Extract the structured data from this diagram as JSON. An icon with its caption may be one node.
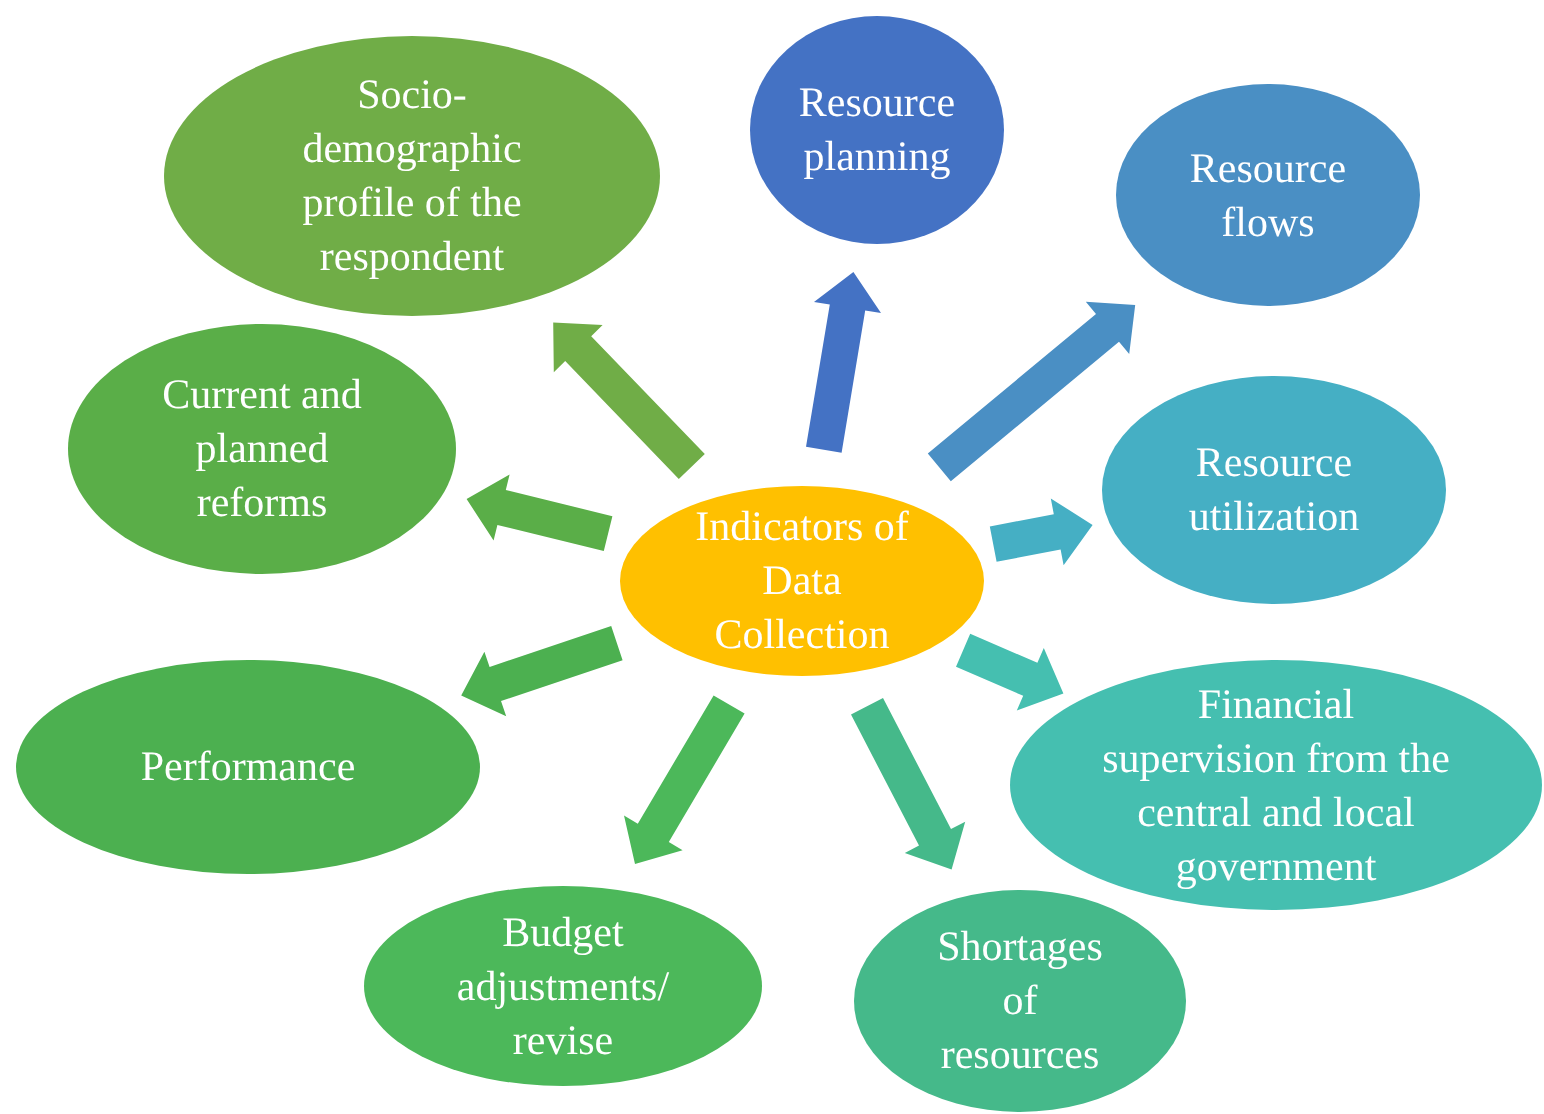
{
  "diagram": {
    "nodes": [
      {
        "text": [
          "Indicators of Data Collection"
        ]
      },
      {
        "text": [
          "Socio-demographic profile of the respondent"
        ]
      },
      {
        "text": [
          "Resource planning"
        ]
      },
      {
        "text": [
          "Resource flows"
        ]
      },
      {
        "text": [
          "Resource utilization"
        ]
      },
      {
        "text": [
          "Financial supervision from the central and local government"
        ]
      },
      {
        "text": [
          "Shortages of resources"
        ]
      },
      {
        "text": [
          "Budget adjustments/ revise"
        ]
      },
      {
        "text": [
          "Performance"
        ]
      },
      {
        "text": [
          "Current and planned reforms"
        ]
      }
    ],
    "edges": [
      {
        "from": 0,
        "to": 1,
        "arrow": "to",
        "style": "thick",
        "color": "#70ad47"
      },
      {
        "from": 0,
        "to": 2,
        "arrow": "to",
        "style": "thick",
        "color": "#4472c4"
      },
      {
        "from": 0,
        "to": 3,
        "arrow": "to",
        "style": "thick",
        "color": "#4a8fc4"
      },
      {
        "from": 0,
        "to": 4,
        "arrow": "to",
        "style": "thick",
        "color": "#45afc4"
      },
      {
        "from": 0,
        "to": 5,
        "arrow": "to",
        "style": "thick",
        "color": "#45bfb0"
      },
      {
        "from": 0,
        "to": 6,
        "arrow": "to",
        "style": "thick",
        "color": "#45b98a"
      },
      {
        "from": 0,
        "to": 7,
        "arrow": "to",
        "style": "thick",
        "color": "#4cb85a"
      },
      {
        "from": 0,
        "to": 8,
        "arrow": "to",
        "style": "thick",
        "color": "#4cb050"
      },
      {
        "from": 0,
        "to": 9,
        "arrow": "to",
        "style": "thick",
        "color": "#5aae48"
      }
    ]
  }
}
